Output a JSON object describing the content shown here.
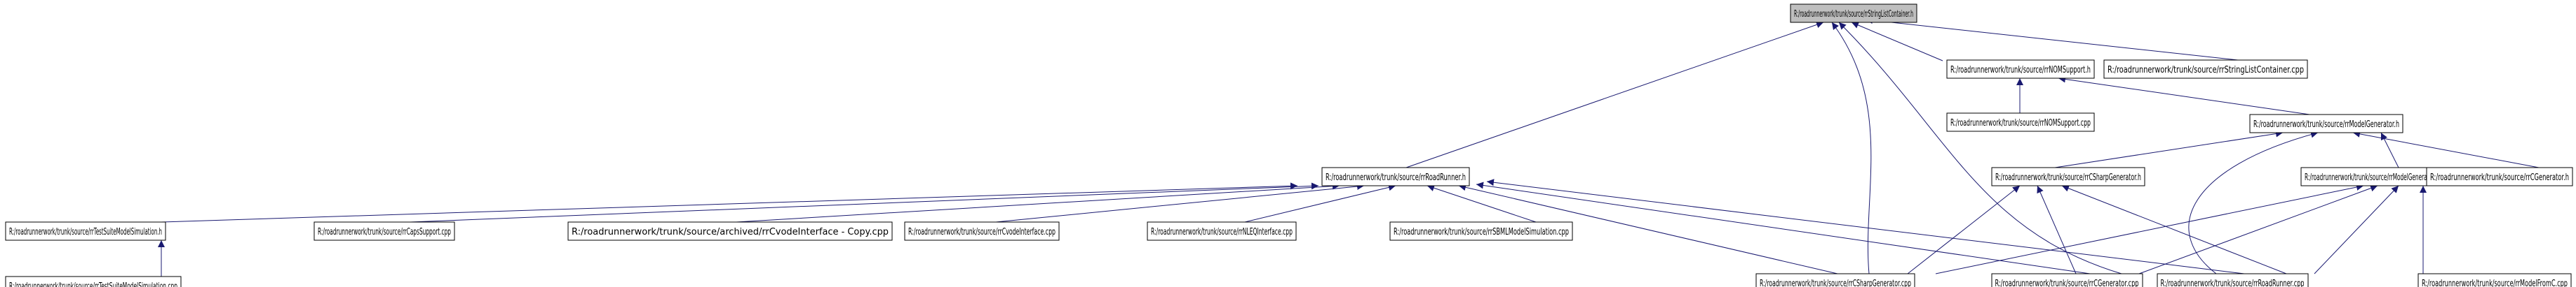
{
  "nodes": {
    "root": "R:/roadrunnerwork/trunk/source/rrStringListContainer.h",
    "nom_h": "R:/roadrunnerwork/trunk/source/rrNOMSupport.h",
    "strlist_cpp": "R:/roadrunnerwork/trunk/source/rrStringListContainer.cpp",
    "nom_cpp": "R:/roadrunnerwork/trunk/source/rrNOMSupport.cpp",
    "modelgen_h": "R:/roadrunnerwork/trunk/source/rrModelGenerator.h",
    "roadrunner_h": "R:/roadrunnerwork/trunk/source/rrRoadRunner.h",
    "csharpgen_h": "R:/roadrunnerwork/trunk/source/rrCSharpGenerator.h",
    "modelgen_cpp": "R:/roadrunnerwork/trunk/source/rrModelGenerator.cpp",
    "cgen_h": "R:/roadrunnerwork/trunk/source/rrCGenerator.h",
    "testsuite_h": "R:/roadrunnerwork/trunk/source/rrTestSuiteModelSimulation.h",
    "capssupport_cpp": "R:/roadrunnerwork/trunk/source/rrCapsSupport.cpp",
    "cvode_copy_cpp": "R:/roadrunnerwork/trunk/source/archived/rrCvodeInterface - Copy.cpp",
    "cvode_cpp": "R:/roadrunnerwork/trunk/source/rrCvodeInterface.cpp",
    "nleq_cpp": "R:/roadrunnerwork/trunk/source/rrNLEQInterface.cpp",
    "sbml_cpp": "R:/roadrunnerwork/trunk/source/rrSBMLModelSimulation.cpp",
    "csharpgen_cpp": "R:/roadrunnerwork/trunk/source/rrCSharpGenerator.cpp",
    "cgen_cpp": "R:/roadrunnerwork/trunk/source/rrCGenerator.cpp",
    "roadrunner_cpp": "R:/roadrunnerwork/trunk/source/rrRoadRunner.cpp",
    "modelfromc_cpp": "R:/roadrunnerwork/trunk/source/rrModelFromC.cpp",
    "testsuite_cpp": "R:/roadrunnerwork/trunk/source/rrTestSuiteModelSimulation.cpp"
  },
  "colors": {
    "edge": "#191970",
    "root_fill": "#bfbfbf",
    "node_fill": "#ffffff",
    "node_border": "#000000"
  }
}
